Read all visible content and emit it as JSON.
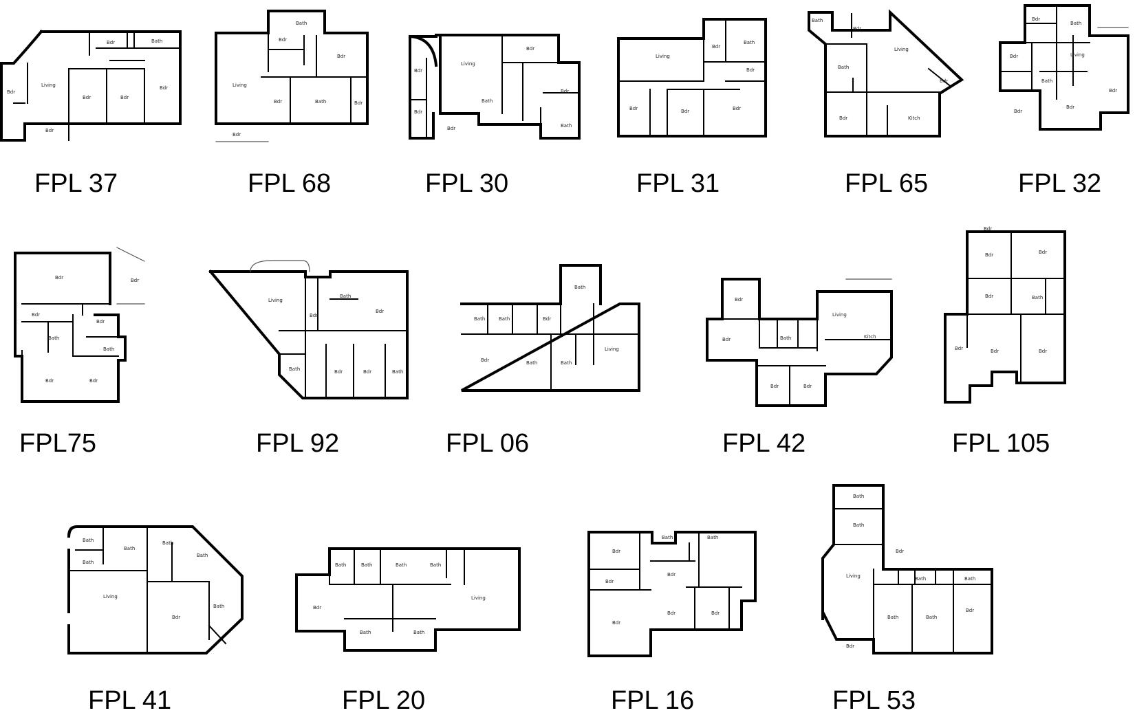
{
  "plans": [
    {
      "id": "fpl37",
      "label": "FPL 37"
    },
    {
      "id": "fpl68",
      "label": "FPL 68"
    },
    {
      "id": "fpl30",
      "label": "FPL 30"
    },
    {
      "id": "fpl31",
      "label": "FPL 31"
    },
    {
      "id": "fpl65",
      "label": "FPL 65"
    },
    {
      "id": "fpl32",
      "label": "FPL 32"
    },
    {
      "id": "fpl75",
      "label": "FPL75"
    },
    {
      "id": "fpl92",
      "label": "FPL 92"
    },
    {
      "id": "fpl06",
      "label": "FPL 06"
    },
    {
      "id": "fpl42",
      "label": "FPL 42"
    },
    {
      "id": "fpl105",
      "label": "FPL 105"
    },
    {
      "id": "fpl41",
      "label": "FPL 41"
    },
    {
      "id": "fpl20",
      "label": "FPL 20"
    },
    {
      "id": "fpl16",
      "label": "FPL 16"
    },
    {
      "id": "fpl53",
      "label": "FPL 53"
    }
  ]
}
